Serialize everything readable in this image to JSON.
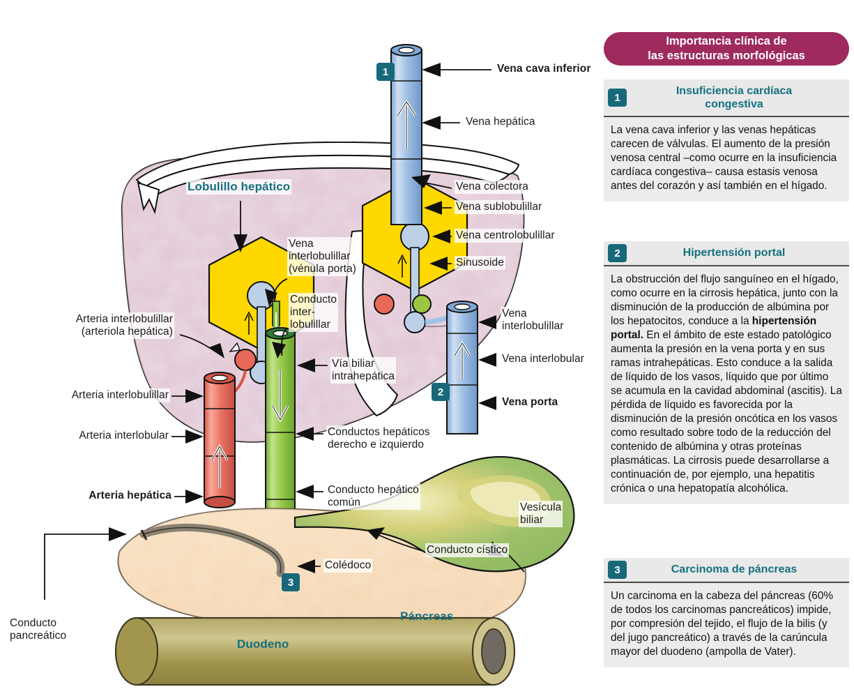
{
  "sidebar": {
    "header_line1": "Importancia clínica de",
    "header_line2": "las estructuras morfológicas",
    "panels": [
      {
        "number": "1",
        "title_line1": "Insuficiencia cardíaca",
        "title_line2": "congestiva",
        "body_pre": "La vena cava inferior y las venas hepáticas carecen de válvulas. El aumento de la presión venosa central –como ocurre en la insuficiencia cardíaca congestiva– causa estasis venosa antes del corazón y así también en el hígado.",
        "body_bold": "",
        "body_post": ""
      },
      {
        "number": "2",
        "title_line1": "Hipertensión portal",
        "title_line2": "",
        "body_pre": "La obstrucción del flujo sanguíneo en el hígado, como ocurre en la cirrosis hepática, junto con la disminución de la producción de albúmina por los hepatocitos, conduce a la ",
        "body_bold": "hipertensión portal.",
        "body_post": " En el ámbito de este estado patológico aumenta la presión en la vena porta y en sus ramas intrahepáticas. Esto conduce a la salida de líquido de los vasos, líquido que por último se acumula en la cavidad abdominal (ascitis). La pérdida de líquido es favorecida por la disminución de la presión oncótica en los vasos como resultado sobre todo de la reducción del contenido de albúmina y otras proteínas plasmáticas. La cirrosis puede desarrollarse a continuación de, por ejemplo, una hepatitis crónica o una hepatopatía alcohólica."
      },
      {
        "number": "3",
        "title_line1": "Carcinoma de páncreas",
        "title_line2": "",
        "body_pre": "Un carcinoma en la cabeza del páncreas (60% de todos los carcinomas pancreáticos) impide, por compresión del tejido, el flujo de la bilis (y del jugo pancreático) a través de la carúncula mayor del duodeno (ampolla de Vater).",
        "body_bold": "",
        "body_post": ""
      }
    ]
  },
  "diagram": {
    "badges": {
      "one": "1",
      "two": "2",
      "three": "3"
    },
    "labels": {
      "vena_cava_inferior": "Vena cava inferior",
      "vena_hepatica": "Vena hepática",
      "vena_colectora": "Vena colectora",
      "vena_sublobulillar": "Vena sublobulillar",
      "vena_centrolobulillar": "Vena centrolobulillar",
      "sinusoide": "Sinusoide",
      "lobulillo_hepatico": "Lobulillo hepático",
      "vena_interlobulillar_venula": "Vena\ninterlobulillar\n(vénula porta)",
      "conducto_interlobulillar": "Conducto\ninter-\nlobulillar",
      "arteria_interlobulillar_arteriola": "Arteria interlobulillar\n(arteriola hepática)",
      "arteria_interlobulillar": "Arteria interlobulillar",
      "arteria_interlobular": "Arteria interlobular",
      "arteria_hepatica": "Arteria hepática",
      "via_biliar_intrahepatica": "Vía biliar\nintrahepática",
      "conductos_hepaticos": "Conductos hepáticos\nderecho e izquierdo",
      "conducto_hepatico_comun": "Conducto hepático\ncomún",
      "coledoco": "Colédoco",
      "conducto_cistico": "Conducto cístico",
      "vesicula_biliar": "Vesícula\nbiliar",
      "vena_interlobulillar": "Vena\ninterlobulillar",
      "vena_interlobular": "Vena interlobular",
      "vena_porta": "Vena porta",
      "conducto_pancreatico": "Conducto\npancreático",
      "pancreas": "Páncreas",
      "duodeno": "Duodeno"
    },
    "colors": {
      "badge_teal": "#17697a",
      "header_magenta": "#9e2a5e",
      "title_teal": "#15707f",
      "liver_pink": "#d7b9c8",
      "lobule_yellow": "#ffd800",
      "vein_blue": "#8fb4de",
      "artery_red": "#e8685a",
      "bile_green": "#8cc63f",
      "gallbladder_green": "#9dc471",
      "pancreas_tan": "#f3cda3",
      "duodenum_olive": "#a89a52"
    }
  }
}
